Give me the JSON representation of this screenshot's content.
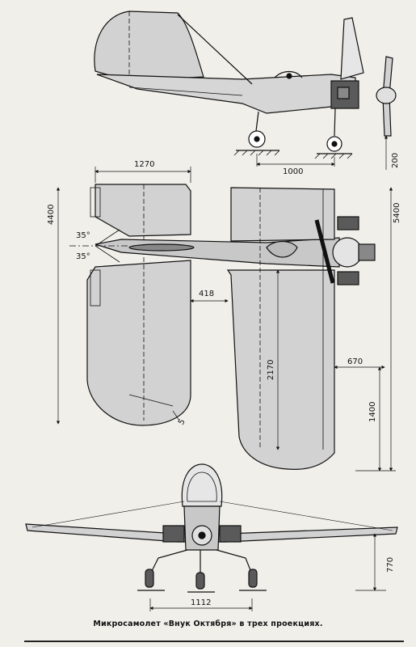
{
  "caption": "Микросамолет «Внук Октября» в трех проекциях.",
  "dimensions": {
    "wheelbase": "1000",
    "prop_clearance": "200",
    "tail_span": "1270",
    "tail_chord_total": "4400",
    "angle_upper": "35°",
    "angle_lower": "35°",
    "tail_gap": "418",
    "tail_edge": "5",
    "wingspan_half": "5400",
    "wing_length": "2170",
    "wing_tip_offset": "670",
    "wing_root_chord": "1400",
    "track": "1112",
    "front_height": "770"
  },
  "colors": {
    "paper": "#f1efea",
    "line": "#111111",
    "surface": "#d2d2d2",
    "dark": "#5a5a5a"
  }
}
